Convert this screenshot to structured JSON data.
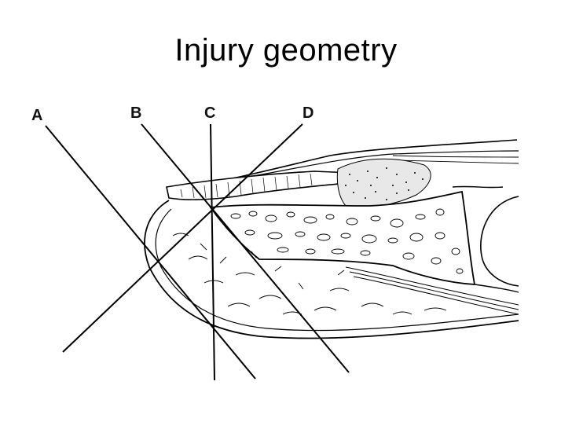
{
  "slide": {
    "title": "Injury geometry"
  },
  "diagram": {
    "line_labels": [
      "A",
      "B",
      "C",
      "D"
    ],
    "ink_color": "#000000",
    "background_color": "#ffffff"
  }
}
